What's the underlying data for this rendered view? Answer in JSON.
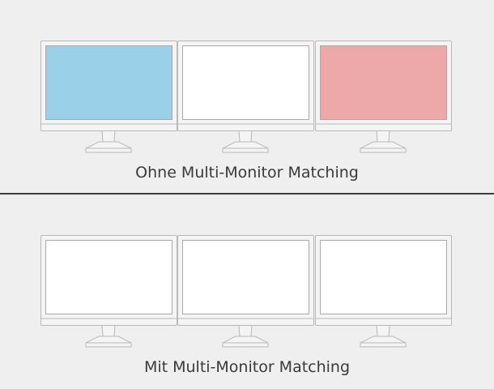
{
  "colors": {
    "background": "#efefef",
    "outline": "#b8b8b8",
    "bezel": "#f4f4f4",
    "divider": "#3d3d3d",
    "text": "#3a3a3a"
  },
  "panels": [
    {
      "caption": "Ohne Multi-Monitor Matching",
      "screens": [
        {
          "color": "#9ad0e8",
          "color_name": "blue"
        },
        {
          "color": "#ffffff",
          "color_name": "white"
        },
        {
          "color": "#eda9aa",
          "color_name": "pink"
        }
      ]
    },
    {
      "caption": "Mit Multi-Monitor Matching",
      "screens": [
        {
          "color": "#ffffff",
          "color_name": "white"
        },
        {
          "color": "#ffffff",
          "color_name": "white"
        },
        {
          "color": "#ffffff",
          "color_name": "white"
        }
      ]
    }
  ]
}
